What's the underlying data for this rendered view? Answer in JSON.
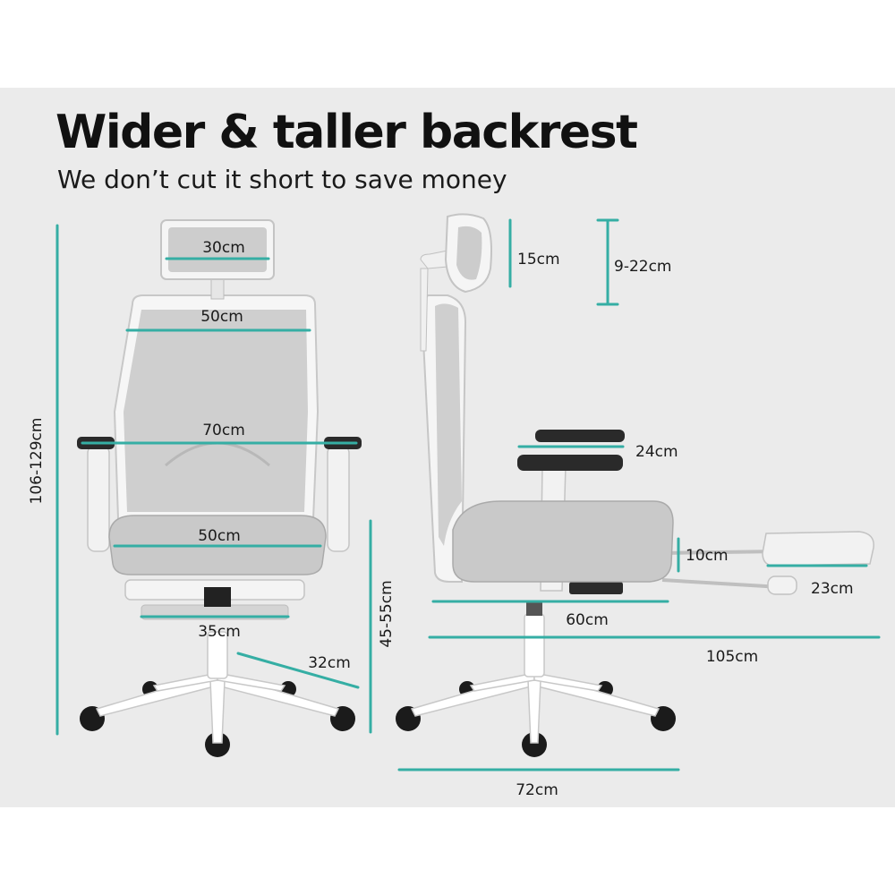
{
  "title": "Wider & taller backrest",
  "subtitle": "We don’t cut it short to save money",
  "colors": {
    "dimension_line": "#35aea4",
    "panel_background": "#ebebeb",
    "text": "#1a1a1a"
  },
  "front_view": {
    "headrest_width": "30cm",
    "backrest_width": "50cm",
    "armrest_span": "70cm",
    "seat_width": "50cm",
    "footrest_width": "35cm",
    "base_leg": "32cm",
    "overall_height": "106-129cm",
    "seat_height": "45-55cm"
  },
  "side_view": {
    "headrest_height": "15cm",
    "headrest_adjust": "9-22cm",
    "armrest_adjust": "24cm",
    "seat_thickness": "10cm",
    "footrest_depth": "23cm",
    "seat_depth": "60cm",
    "overall_depth": "105cm",
    "base_width": "72cm"
  }
}
